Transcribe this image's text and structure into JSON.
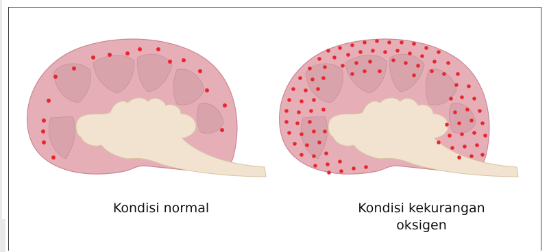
{
  "captions": {
    "normal": "Kondisi normal",
    "hypoxia_line1": "Kondisi kekurangan",
    "hypoxia_line2": "oksigen"
  },
  "colors": {
    "cortex": "#e6afb7",
    "cortex_edge": "#c98893",
    "pyramid": "#d9a3ac",
    "pelvis": "#f1e3cf",
    "dot": "#e8262d"
  },
  "dot_density": {
    "normal": "sparse",
    "hypoxia": "dense"
  }
}
